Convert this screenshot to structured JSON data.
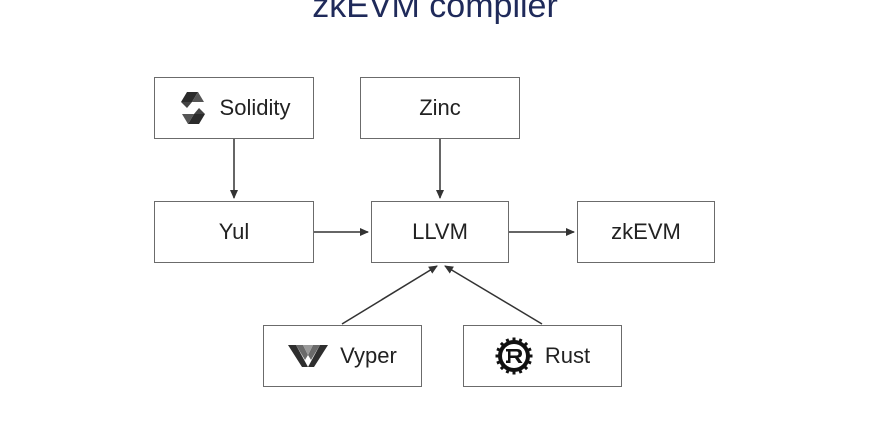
{
  "title": "zkEVM compiler",
  "nodes": {
    "solidity": {
      "label": "Solidity",
      "icon": "solidity-logo-icon"
    },
    "zinc": {
      "label": "Zinc"
    },
    "yul": {
      "label": "Yul"
    },
    "llvm": {
      "label": "LLVM"
    },
    "zkevm": {
      "label": "zkEVM"
    },
    "vyper": {
      "label": "Vyper",
      "icon": "vyper-logo-icon"
    },
    "rust": {
      "label": "Rust",
      "icon": "rust-logo-icon"
    }
  },
  "edges": [
    {
      "from": "Solidity",
      "to": "Yul"
    },
    {
      "from": "Zinc",
      "to": "LLVM"
    },
    {
      "from": "Yul",
      "to": "LLVM"
    },
    {
      "from": "LLVM",
      "to": "zkEVM"
    },
    {
      "from": "Vyper",
      "to": "LLVM"
    },
    {
      "from": "Rust",
      "to": "LLVM"
    }
  ],
  "colors": {
    "title": "#1f2a5a",
    "border": "#6b6b6b",
    "arrow": "#333333"
  }
}
